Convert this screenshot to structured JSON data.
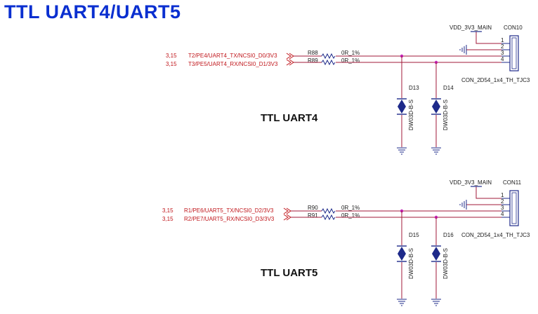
{
  "title": "TTL UART4/UART5",
  "colors": {
    "title": "#0a2fd0",
    "wire": "#a01838",
    "junction": "#c21fb4",
    "part": "#1e2a8a",
    "net_label": "#c0161b"
  },
  "sections": [
    {
      "heading": "TTL UART4",
      "power_label": "VDD_3V3_MAIN",
      "connector_ref": "CON10",
      "connector_value": "CON_2D54_1x4_TH_TJC3",
      "pins": [
        "1",
        "2",
        "3",
        "4"
      ],
      "nets": [
        {
          "sheet_ref": "3,15",
          "name": "T2/PE4/UART4_TX/NCSI0_D0/3V3",
          "resistor_ref": "R88",
          "resistor_value": "0R_1%"
        },
        {
          "sheet_ref": "3,15",
          "name": "T3/PE5/UART4_RX/NCSI0_D1/3V3",
          "resistor_ref": "R89",
          "resistor_value": "0R_1%"
        }
      ],
      "diodes": [
        {
          "ref": "D13",
          "value": "DW03D-B-S"
        },
        {
          "ref": "D14",
          "value": "DW03D-B-S"
        }
      ]
    },
    {
      "heading": "TTL UART5",
      "power_label": "VDD_3V3_MAIN",
      "connector_ref": "CON11",
      "connector_value": "CON_2D54_1x4_TH_TJC3",
      "pins": [
        "1",
        "2",
        "3",
        "4"
      ],
      "nets": [
        {
          "sheet_ref": "3,15",
          "name": "R1/PE6/UART5_TX/NCSI0_D2/3V3",
          "resistor_ref": "R90",
          "resistor_value": "0R_1%"
        },
        {
          "sheet_ref": "3,15",
          "name": "R2/PE7/UART5_RX/NCSI0_D3/3V3",
          "resistor_ref": "R91",
          "resistor_value": "0R_1%"
        }
      ],
      "diodes": [
        {
          "ref": "D15",
          "value": "DW03D-B-S"
        },
        {
          "ref": "D16",
          "value": "DW03D-B-S"
        }
      ]
    }
  ]
}
